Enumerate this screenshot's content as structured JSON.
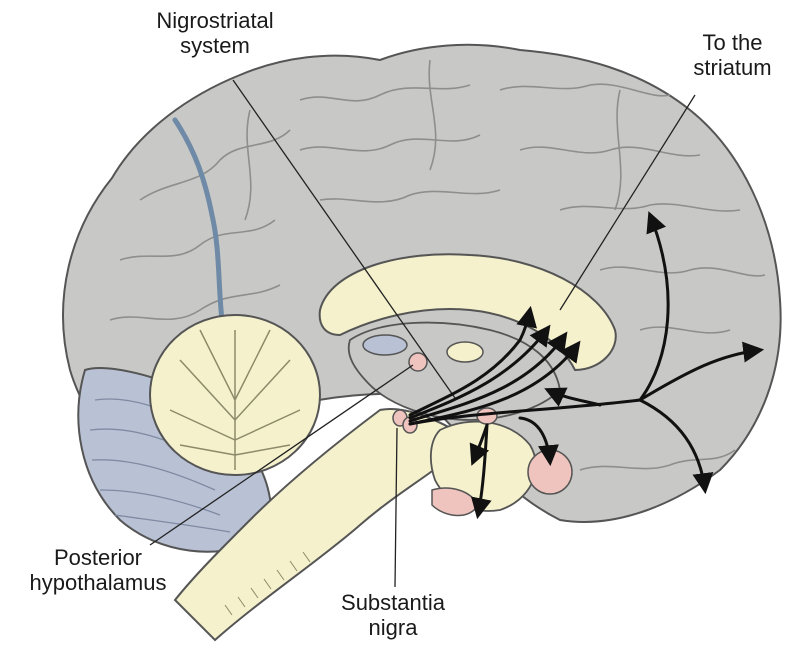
{
  "labels": {
    "nigrostriatal": {
      "line1": "Nigrostriatal",
      "line2": "system"
    },
    "to_striatum": {
      "line1": "To the",
      "line2": "striatum"
    },
    "posterior_hypothalamus": {
      "line1": "Posterior",
      "line2": "hypothalamus"
    },
    "substantia_nigra": {
      "line1": "Substantia",
      "line2": "nigra"
    }
  },
  "colors": {
    "cortex": "#c8c8c6",
    "cortex_outline": "#555555",
    "white_matter": "#f4f1cc",
    "cerebellum_grey": "#b9c1d4",
    "nucleus_pink": "#f0c4be",
    "vessel_blue": "#6e8aa6",
    "pathway": "#111111"
  }
}
